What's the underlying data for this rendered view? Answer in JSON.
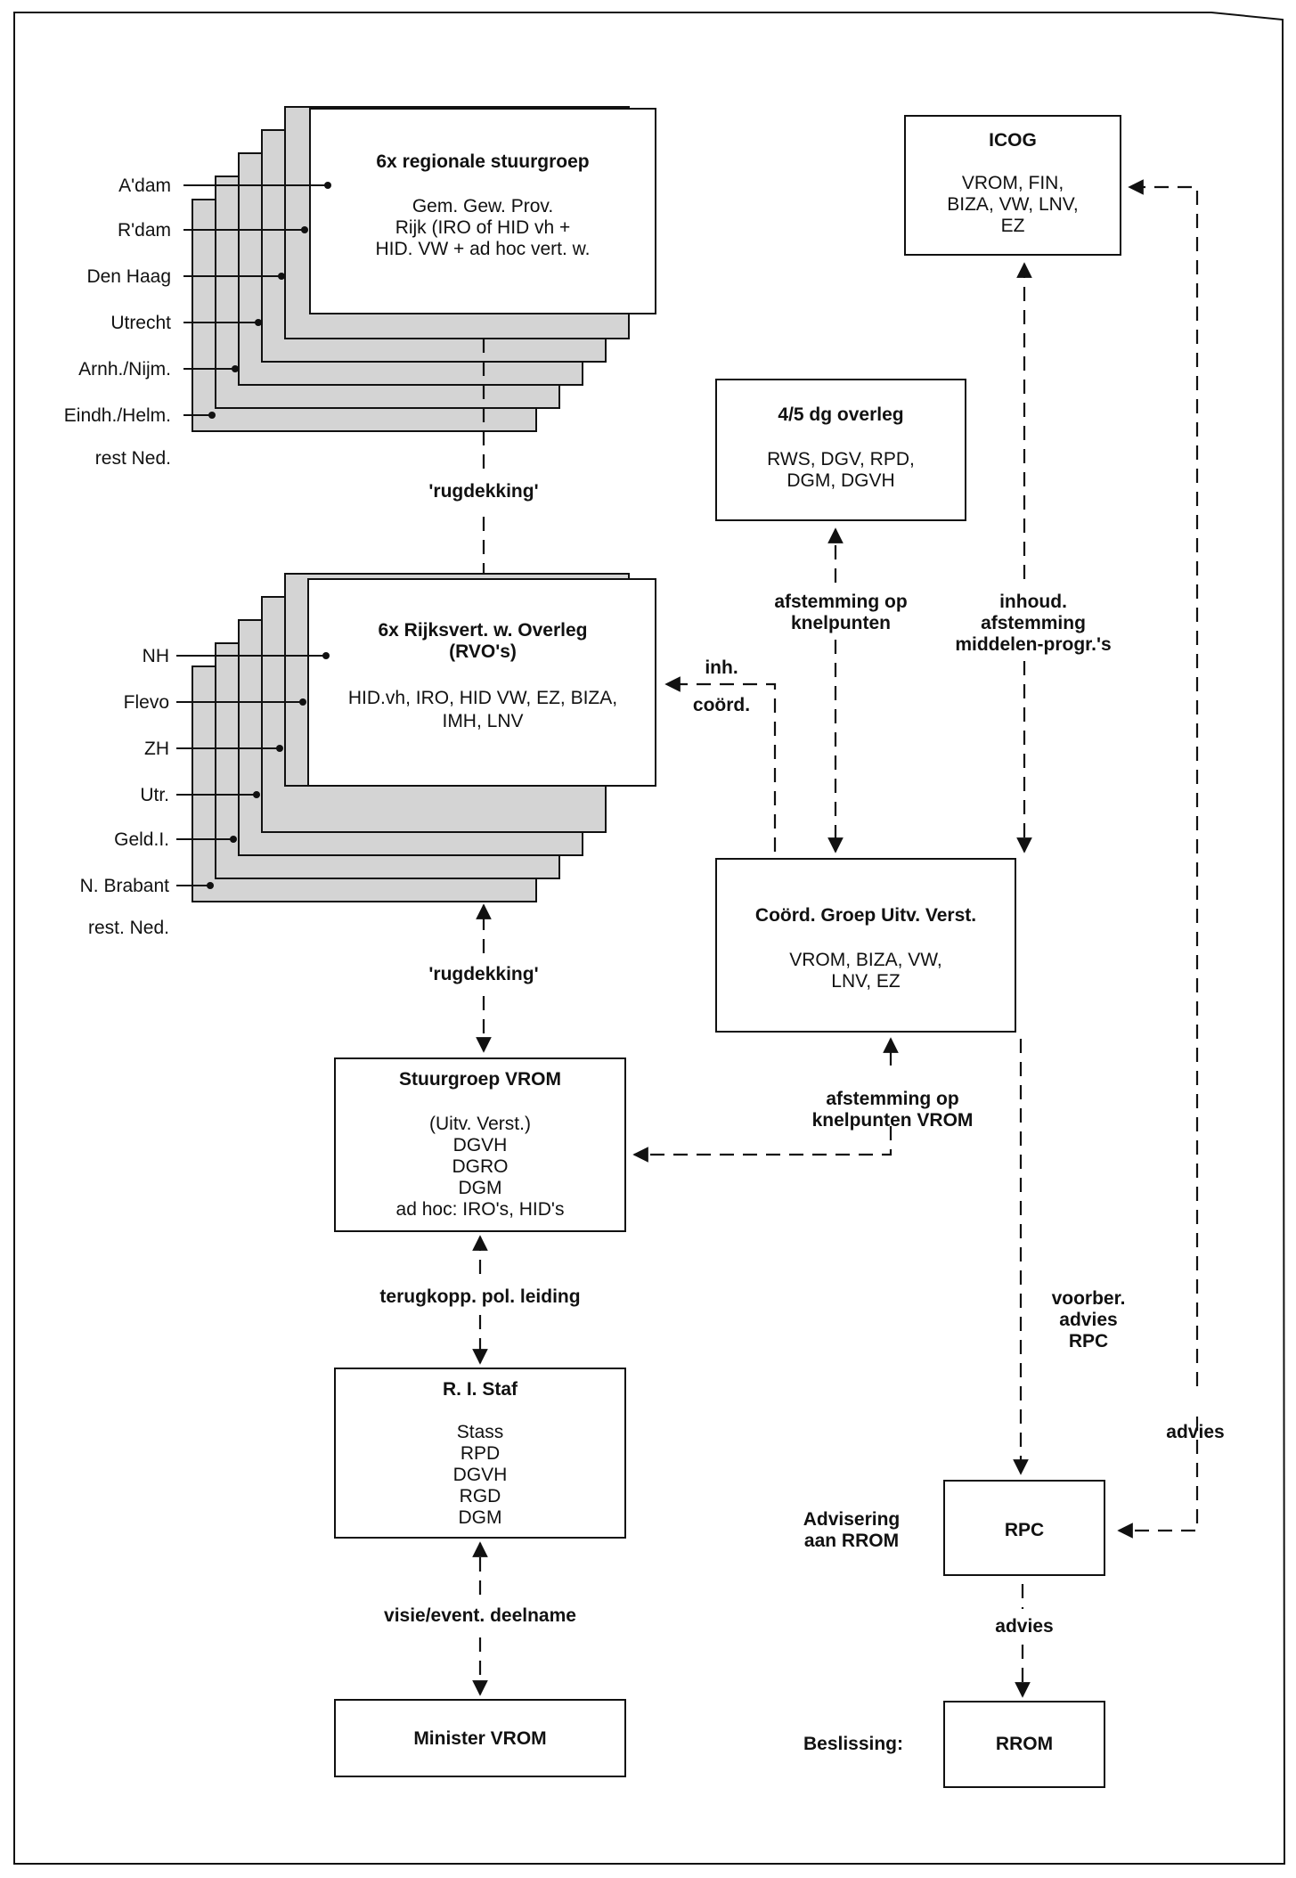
{
  "regional": {
    "title": "6x regionale stuurgroep",
    "lines": [
      "Gem. Gew. Prov.",
      "Rijk (IRO of HID vh +",
      "HID. VW + ad hoc vert. w."
    ],
    "regions": [
      "A'dam",
      "R'dam",
      "Den Haag",
      "Utrecht",
      "Arnh./Nijm.",
      "Eindh./Helm.",
      "rest Ned."
    ]
  },
  "rvo": {
    "title_lines": [
      "6x Rijksvert. w. Overleg",
      "(RVO's)"
    ],
    "lines": [
      "HID.vh, IRO, HID VW, EZ, BIZA,",
      "IMH, LNV"
    ],
    "regions": [
      "NH",
      "Flevo",
      "ZH",
      "Utr.",
      "Geld.I.",
      "N. Brabant",
      "rest. Ned."
    ]
  },
  "icog": {
    "title": "ICOG",
    "lines": [
      "VROM, FIN,",
      "BIZA, VW, LNV,",
      "EZ"
    ]
  },
  "dg_overleg": {
    "title": "4/5 dg overleg",
    "lines": [
      "RWS, DGV, RPD,",
      "DGM, DGVH"
    ]
  },
  "coord_groep": {
    "title": "Coörd. Groep Uitv. Verst.",
    "lines": [
      "VROM, BIZA, VW,",
      "LNV, EZ"
    ]
  },
  "stuurgroep_vrom": {
    "title": "Stuurgroep VROM",
    "lines": [
      "(Uitv. Verst.)",
      "DGVH",
      "DGRO",
      "DGM",
      "ad hoc: IRO's, HID's"
    ]
  },
  "ri_staf": {
    "title": "R. I. Staf",
    "lines": [
      "Stass",
      "RPD",
      "DGVH",
      "RGD",
      "DGM"
    ]
  },
  "minister": {
    "title": "Minister VROM"
  },
  "rpc": {
    "title": "RPC"
  },
  "rrom": {
    "title": "RROM"
  },
  "labels": {
    "rugdekking_1": "'rugdekking'",
    "rugdekking_2": "'rugdekking'",
    "afstemming_knelpunten": [
      "afstemming op",
      "knelpunten"
    ],
    "inhoud_afstemming": [
      "inhoud.",
      "afstemming",
      "middelen-progr.'s"
    ],
    "inh_coord": [
      "inh.",
      "coörd."
    ],
    "afstemming_knelpunten_vrom": [
      "afstemming op",
      "knelpunten VROM"
    ],
    "terugkopp": "terugkopp. pol. leiding",
    "visie": "visie/event. deelname",
    "voorber": [
      "voorber.",
      "advies",
      "RPC"
    ],
    "advies_right": "advies",
    "advisering": [
      "Advisering",
      "aan RROM"
    ],
    "advies_down": "advies",
    "beslissing": "Beslissing:"
  }
}
